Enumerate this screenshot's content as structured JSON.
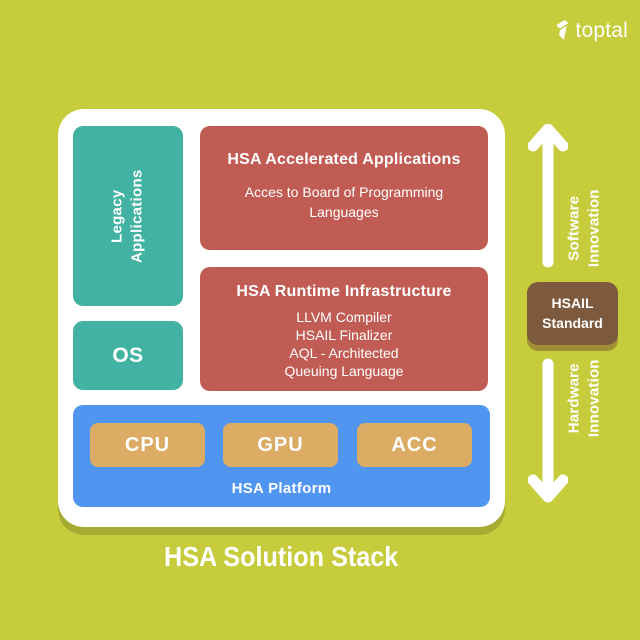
{
  "brand": {
    "name": "toptal"
  },
  "title": "HSA Solution Stack",
  "stack": {
    "legacy": {
      "line1": "Legacy",
      "line2": "Applications"
    },
    "os": "OS",
    "apps": {
      "title": "HSA Accelerated Applications",
      "sub1": "Acces to Board of Programming",
      "sub2": "Languages"
    },
    "runtime": {
      "title": "HSA Runtime Infrastructure",
      "items": [
        "LLVM Compiler",
        "HSAIL Finalizer",
        "AQL - Architected",
        "Queuing Language"
      ]
    },
    "platform": {
      "label": "HSA Platform",
      "processors": [
        "CPU",
        "GPU",
        "ACC"
      ]
    }
  },
  "annotations": {
    "software": {
      "line1": "Software",
      "line2": "Innovation"
    },
    "hsail": {
      "line1": "HSAIL",
      "line2": "Standard"
    },
    "hardware": {
      "line1": "Hardware",
      "line2": "Innovation"
    }
  },
  "colors": {
    "background": "#c6cc3b",
    "card": "#ffffff",
    "card_shadow": "#a6ab32",
    "teal": "#42b3a3",
    "red": "#c05c53",
    "blue": "#5095ef",
    "tan": "#dcab64",
    "brown": "#7d5a3d",
    "text": "#ffffff"
  }
}
